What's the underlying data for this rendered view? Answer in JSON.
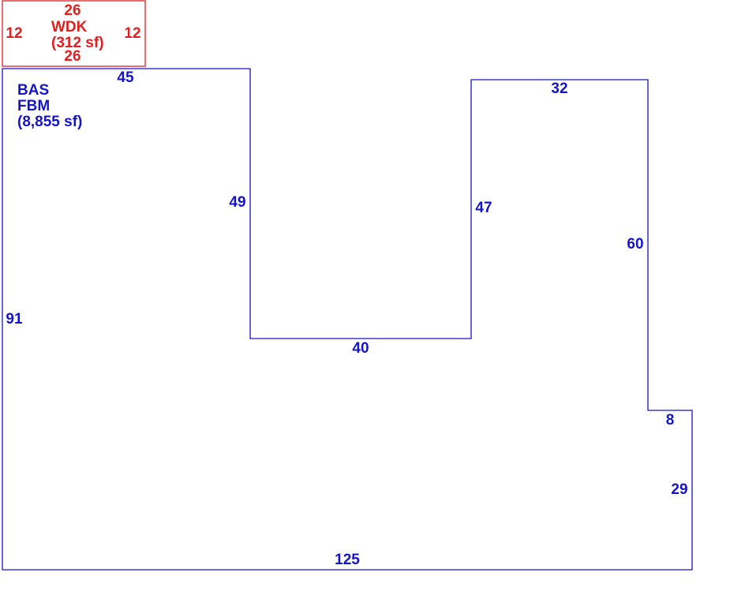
{
  "colors": {
    "wdk": "#e02020",
    "bas": "#1515c8"
  },
  "wdk": {
    "code": "WDK",
    "area": "(312 sf)",
    "dims": {
      "top": "26",
      "bottom": "26",
      "left": "12",
      "right": "12"
    }
  },
  "bas": {
    "code": "BAS",
    "code2": "FBM",
    "area": "(8,855 sf)",
    "dims": {
      "top_left": "45",
      "inner_left": "49",
      "notch_bottom": "40",
      "inner_right": "47",
      "top_right": "32",
      "right_upper": "60",
      "step": "8",
      "right_lower": "29",
      "bottom": "125",
      "left": "91"
    }
  }
}
